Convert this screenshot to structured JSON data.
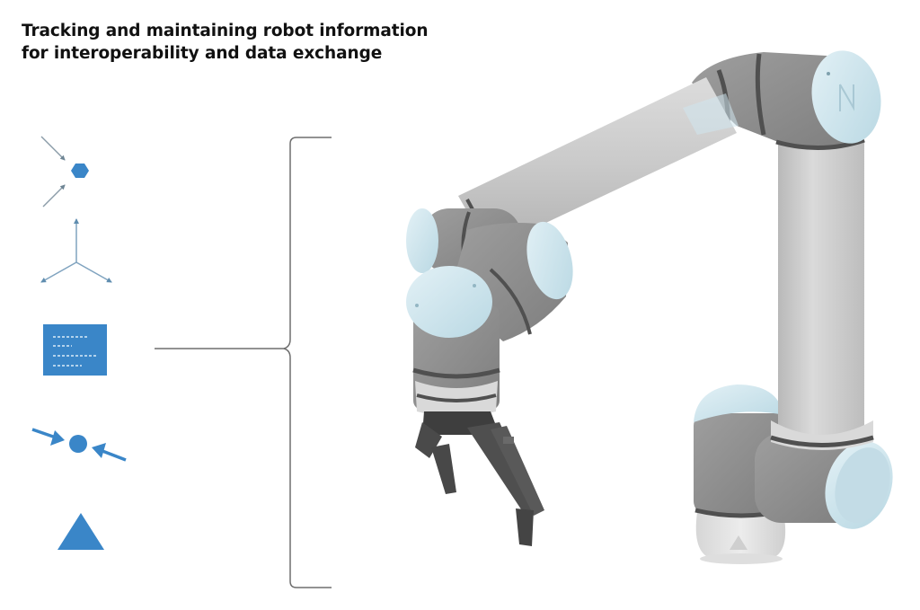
{
  "title": {
    "line1": "Tracking and maintaining robot information",
    "line2": "for interoperability and data exchange"
  },
  "icons": [
    {
      "name": "hexagon-inputs-icon",
      "meaning": "two arrows converging onto a hexagon"
    },
    {
      "name": "three-axis-icon",
      "meaning": "three-axis coordinate frame"
    },
    {
      "name": "document-text-icon",
      "meaning": "blue card with dashed text lines"
    },
    {
      "name": "converging-arrows-circle-icon",
      "meaning": "two arrows pointing at a circle"
    },
    {
      "name": "triangle-icon",
      "meaning": "solid blue triangle"
    }
  ],
  "connector": {
    "type": "curly-bracket",
    "direction": "right"
  },
  "illustration": {
    "subject": "collaborative-robot-arm-with-gripper"
  },
  "colors": {
    "accent_blue": "#3A86C8",
    "line_gray": "#8A9BA8",
    "bracket_gray": "#6E6E6E",
    "robot_body": "#C9C9C9",
    "robot_joint": "#8E8E8E",
    "robot_cap": "#CFE6EE",
    "robot_band": "#505050",
    "gripper": "#4A4A4A",
    "title_text": "#111111"
  }
}
